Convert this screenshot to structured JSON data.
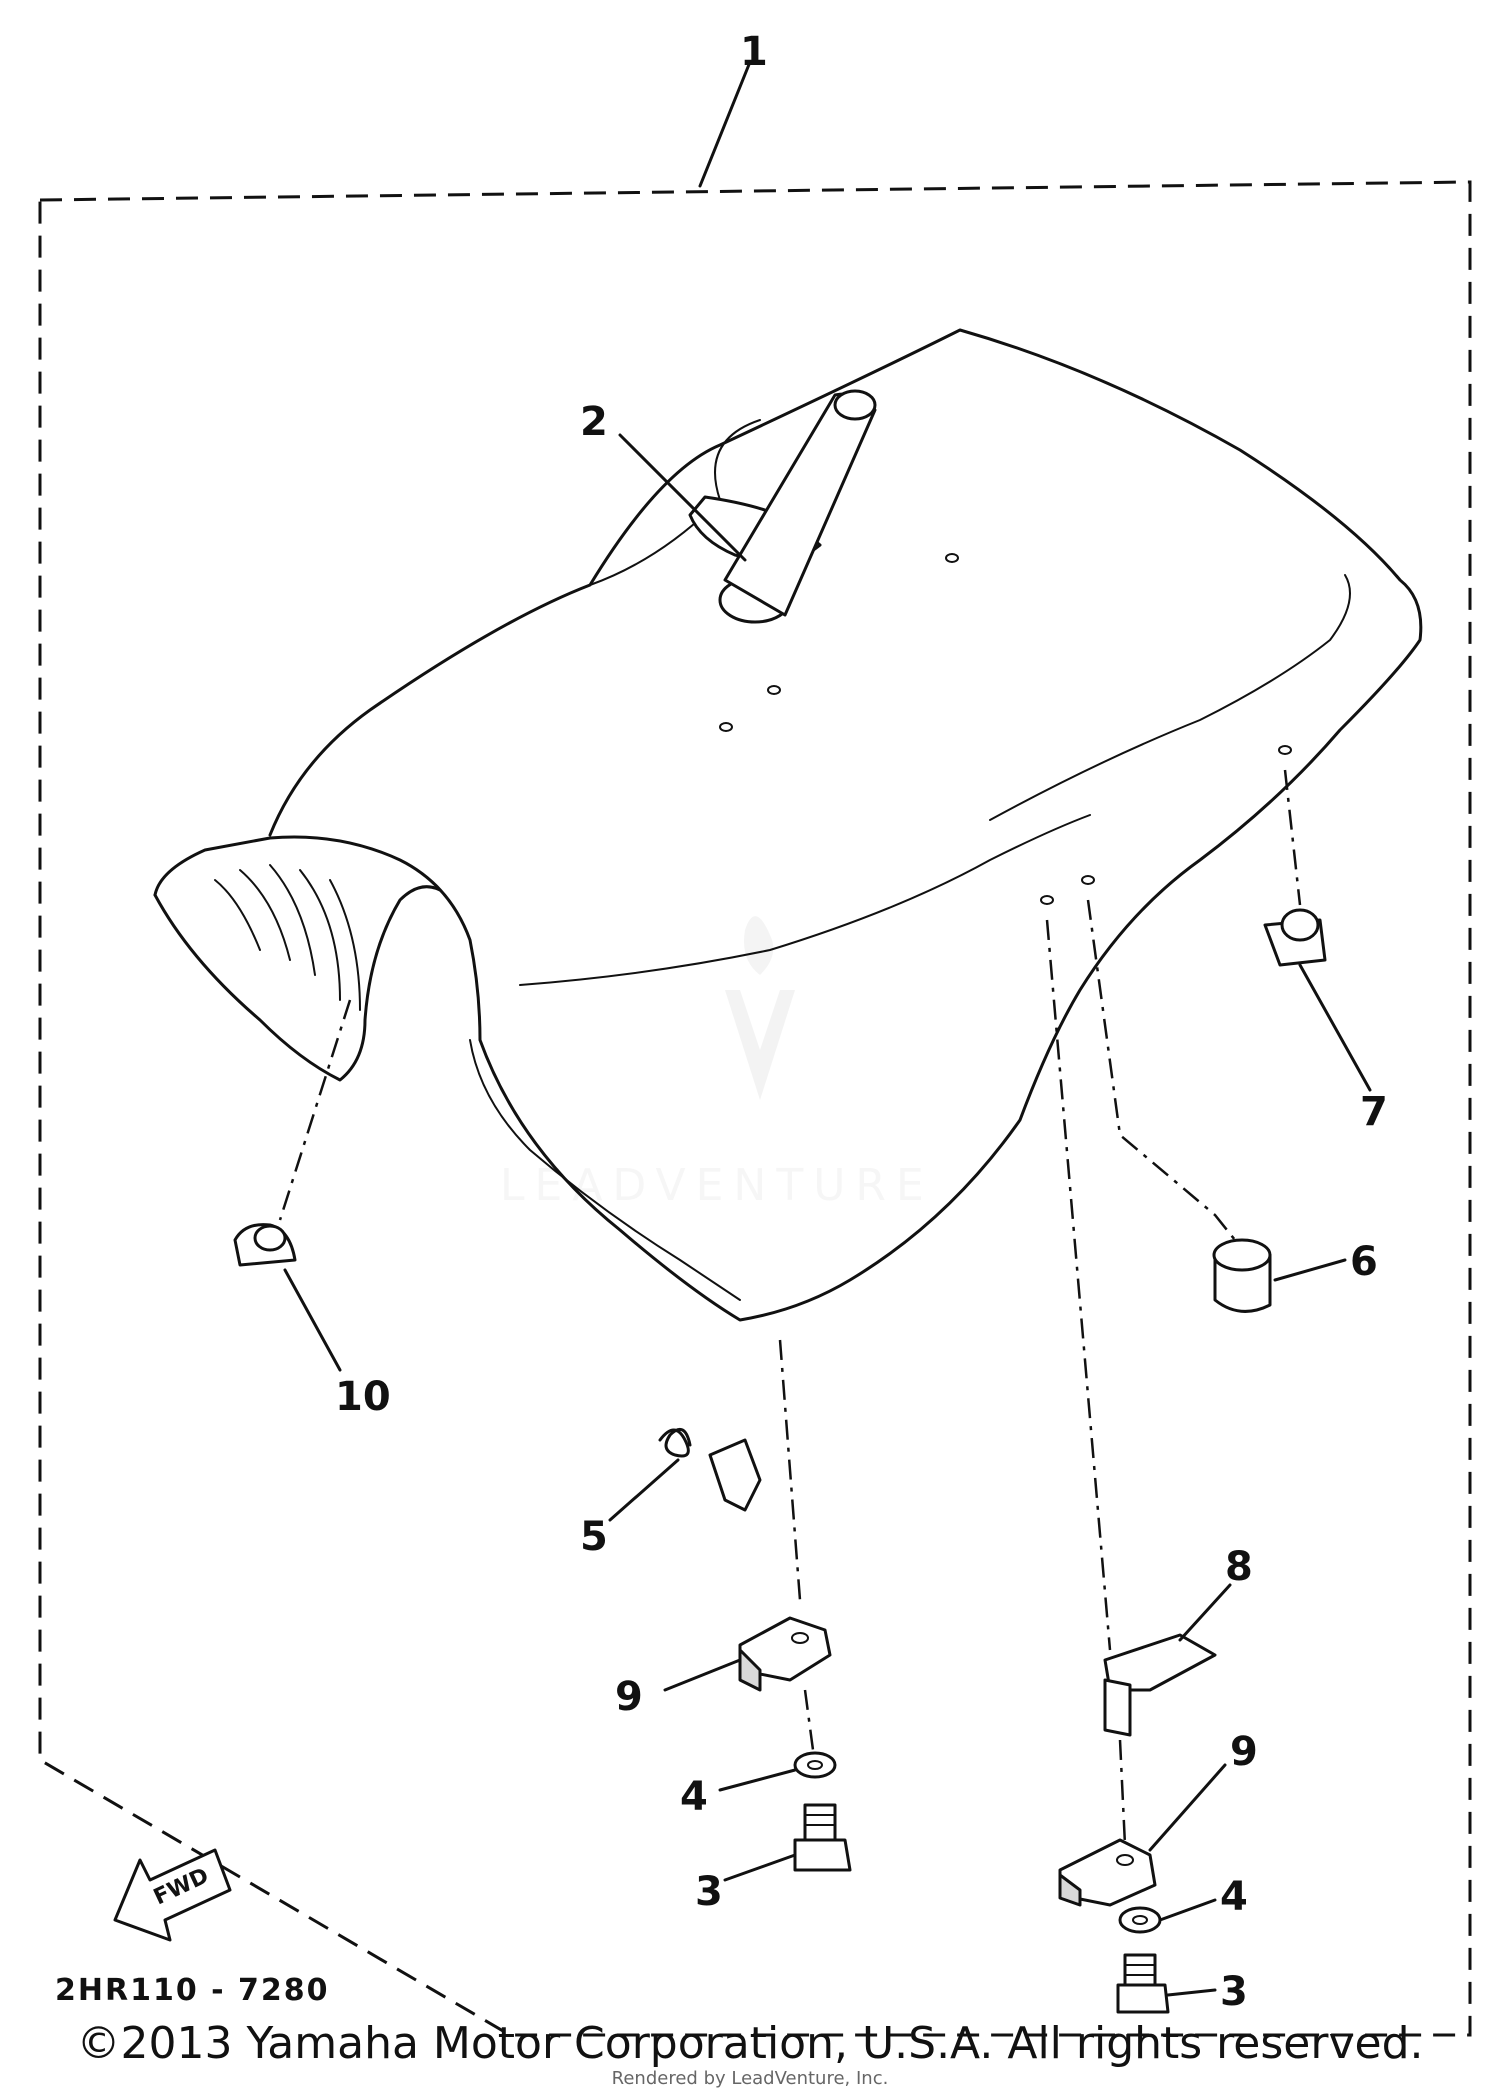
{
  "diagram": {
    "callouts": {
      "c1": "1",
      "c2": "2",
      "c3a": "3",
      "c3b": "3",
      "c4a": "4",
      "c4b": "4",
      "c5": "5",
      "c6": "6",
      "c7": "7",
      "c8": "8",
      "c9a": "9",
      "c9b": "9",
      "c10": "10"
    },
    "fwd_label": "FWD",
    "diagram_code": "2HR110 - 7280",
    "watermark": "LEADVENTURE"
  },
  "footer": {
    "copyright": "©2013 Yamaha Motor Corporation, U.S.A. All rights reserved.",
    "rendered_by": "Rendered by LeadVenture, Inc."
  }
}
